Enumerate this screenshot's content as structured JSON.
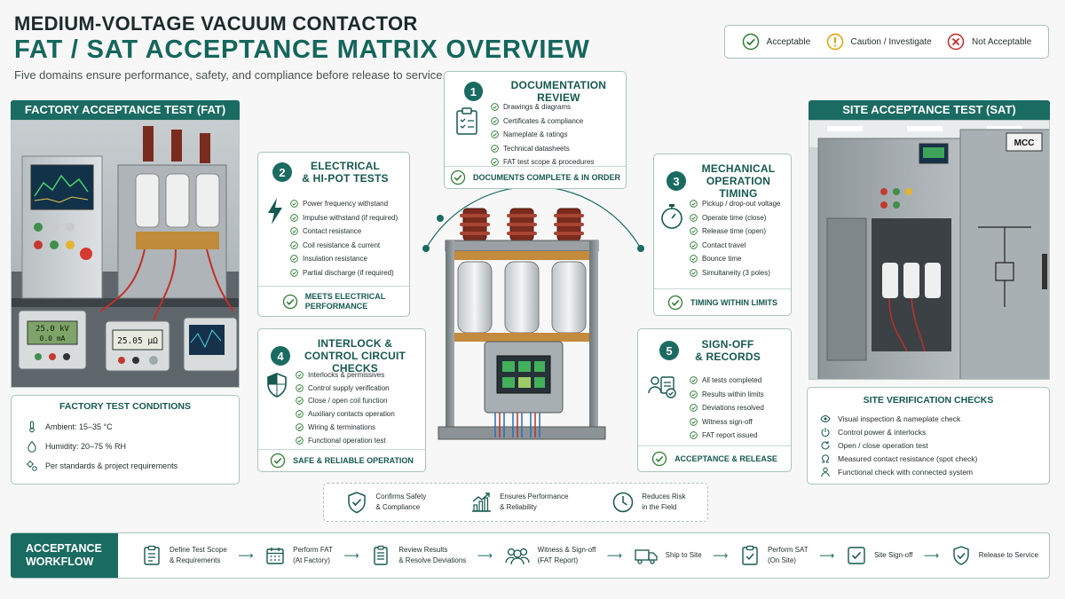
{
  "header": {
    "title_line1": "MEDIUM-VOLTAGE VACUUM CONTACTOR",
    "title_line2": "FAT / SAT ACCEPTANCE MATRIX OVERVIEW",
    "subtitle": "Five domains ensure performance, safety, and compliance before release to service."
  },
  "legend": [
    {
      "label": "Acceptable",
      "icon": "check-circle-icon",
      "color": "#2e7d32"
    },
    {
      "label": "Caution / Investigate",
      "icon": "exclamation-circle-icon",
      "color": "#e0a100"
    },
    {
      "label": "Not Acceptable",
      "icon": "x-circle-icon",
      "color": "#c62828"
    }
  ],
  "fat": {
    "panel_title": "FACTORY ACCEPTANCE TEST (FAT)",
    "meter1_line1": "25.0 kV",
    "meter1_line2": "0.0 mA",
    "meter2": "25.05 μΩ",
    "conditions_title": "FACTORY TEST CONDITIONS",
    "conditions": [
      {
        "icon": "thermometer-icon",
        "text": "Ambient:  15–35 °C"
      },
      {
        "icon": "droplet-icon",
        "text": "Humidity:  20–75 % RH"
      },
      {
        "icon": "gears-icon",
        "text": "Per standards & project requirements"
      }
    ]
  },
  "sat": {
    "panel_title": "SITE ACCEPTANCE TEST (SAT)",
    "mcc_label": "MCC",
    "checks_title": "SITE VERIFICATION CHECKS",
    "checks": [
      {
        "icon": "eye-icon",
        "text": "Visual inspection & nameplate check"
      },
      {
        "icon": "power-icon",
        "text": "Control power & interlocks"
      },
      {
        "icon": "refresh-icon",
        "text": "Open / close operation test"
      },
      {
        "icon": "omega-icon",
        "text": "Measured contact resistance (spot check)"
      },
      {
        "icon": "person-icon",
        "text": "Functional check with connected system"
      }
    ]
  },
  "domains": [
    {
      "number": "1",
      "title_line1": "DOCUMENTATION REVIEW",
      "title_line2": "",
      "icon": "clipboard-icon",
      "items": [
        "Drawings & diagrams",
        "Certificates & compliance",
        "Nameplate & ratings",
        "Technical datasheets",
        "FAT test scope & procedures"
      ],
      "result": "DOCUMENTS COMPLETE & IN ORDER"
    },
    {
      "number": "2",
      "title_line1": "ELECTRICAL",
      "title_line2": "& HI-POT TESTS",
      "icon": "lightning-icon",
      "items": [
        "Power frequency withstand",
        "Impulse withstand (if required)",
        "Contact resistance",
        "Coil resistance & current",
        "Insulation resistance",
        "Partial discharge (if required)"
      ],
      "result_line1": "MEETS ELECTRICAL",
      "result_line2": "PERFORMANCE"
    },
    {
      "number": "3",
      "title_line1": "MECHANICAL",
      "title_line2": "OPERATION TIMING",
      "icon": "stopwatch-icon",
      "items": [
        "Pickup / drop-out voltage",
        "Operate time (close)",
        "Release time (open)",
        "Contact travel",
        "Bounce time",
        "Simultaneity (3 poles)"
      ],
      "result": "TIMING WITHIN LIMITS"
    },
    {
      "number": "4",
      "title_line1": "INTERLOCK &",
      "title_line2": "CONTROL CIRCUIT CHECKS",
      "icon": "shield-icon",
      "items": [
        "Interlocks & permissives",
        "Control supply verification",
        "Close / open coil function",
        "Auxiliary contacts operation",
        "Wiring & terminations",
        "Functional operation test"
      ],
      "result": "SAFE & RELIABLE OPERATION"
    },
    {
      "number": "5",
      "title_line1": "SIGN-OFF",
      "title_line2": "& RECORDS",
      "icon": "team-icon",
      "items": [
        "All tests completed",
        "Results within limits",
        "Deviations resolved",
        "Witness sign-off",
        "FAT report issued"
      ],
      "result": "ACCEPTANCE & RELEASE"
    }
  ],
  "benefits": [
    {
      "icon": "shield-check-icon",
      "line1": "Confirms Safety",
      "line2": "& Compliance"
    },
    {
      "icon": "growth-chart-icon",
      "line1": "Ensures Performance",
      "line2": "& Reliability"
    },
    {
      "icon": "clock-icon",
      "line1": "Reduces Risk",
      "line2": "in the Field"
    }
  ],
  "workflow": {
    "title_line1": "ACCEPTANCE",
    "title_line2": "WORKFLOW",
    "steps": [
      {
        "icon": "clipboard-list-icon",
        "line1": "Define Test Scope",
        "line2": "& Requirements"
      },
      {
        "icon": "calendar-icon",
        "line1": "Perform FAT",
        "line2": "(At Factory)"
      },
      {
        "icon": "document-icon",
        "line1": "Review Results",
        "line2": "& Resolve Deviations"
      },
      {
        "icon": "people-icon",
        "line1": "Witness & Sign-off",
        "line2": "(FAT Report)"
      },
      {
        "icon": "truck-icon",
        "line1": "Ship to Site",
        "line2": ""
      },
      {
        "icon": "clipboard-check-icon",
        "line1": "Perform SAT",
        "line2": "(On Site)"
      },
      {
        "icon": "checkbox-icon",
        "line1": "Site Sign-off",
        "line2": ""
      },
      {
        "icon": "shield-check-icon",
        "line1": "Release to Service",
        "line2": ""
      }
    ]
  }
}
